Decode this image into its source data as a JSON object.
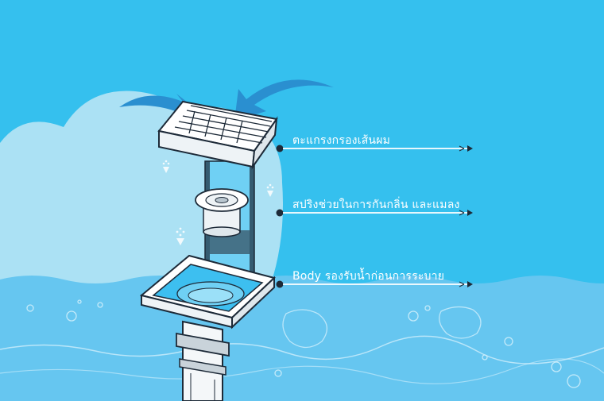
{
  "labels": {
    "grate": "ตะแกรงกรองเส้นผม",
    "odor_trap": "สปริงช่วยในการกันกลิ่น และแมลง",
    "body": "Body รองรับน้ำก่อนการระบาย"
  },
  "colors": {
    "sky": "#35c0ee",
    "cloud": "#bfe6f5",
    "water": "#66c6f0",
    "arrow": "#2a8fd0",
    "outline": "#1d2a38",
    "white": "#ffffff"
  }
}
